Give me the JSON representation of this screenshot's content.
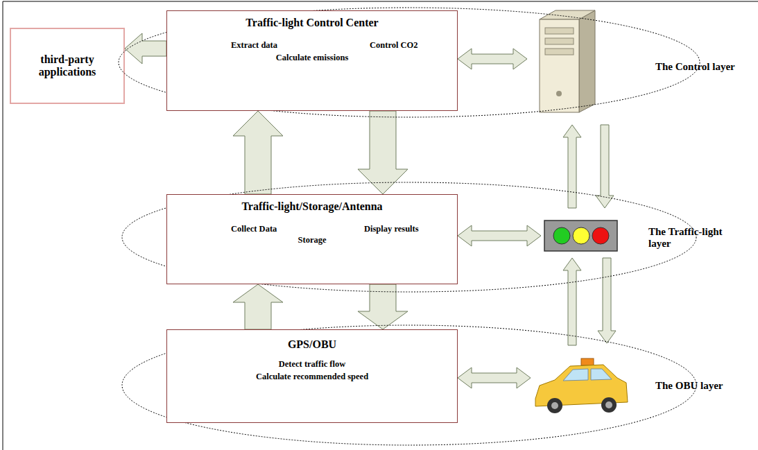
{
  "diagram": {
    "nodes": [
      {
        "text": [
          "third-party applications"
        ]
      },
      {
        "text": [
          "The Control layer"
        ]
      },
      {
        "text": [
          "Traffic-light Control Center",
          "Extract data",
          "Control CO2",
          "Calculate emissions"
        ],
        "in": 1
      },
      {
        "text": [
          "The Traffic-light layer"
        ]
      },
      {
        "text": [
          "Traffic-light/Storage/Antenna",
          "Collect Data",
          "Display results",
          "Storage"
        ],
        "in": 3
      },
      {
        "text": [
          "The OBU layer"
        ]
      },
      {
        "text": [
          "GPS/OBU",
          "Detect traffic flow",
          "Calculate recommended speed"
        ],
        "in": 5
      }
    ],
    "edges": [
      {
        "from": 2,
        "to": 0,
        "arrow": "to"
      },
      {
        "from": 4,
        "to": 2,
        "arrow": "to"
      },
      {
        "from": 2,
        "to": 4,
        "arrow": "to"
      },
      {
        "from": 6,
        "to": 4,
        "arrow": "to"
      },
      {
        "from": 4,
        "to": 6,
        "arrow": "to"
      }
    ]
  }
}
